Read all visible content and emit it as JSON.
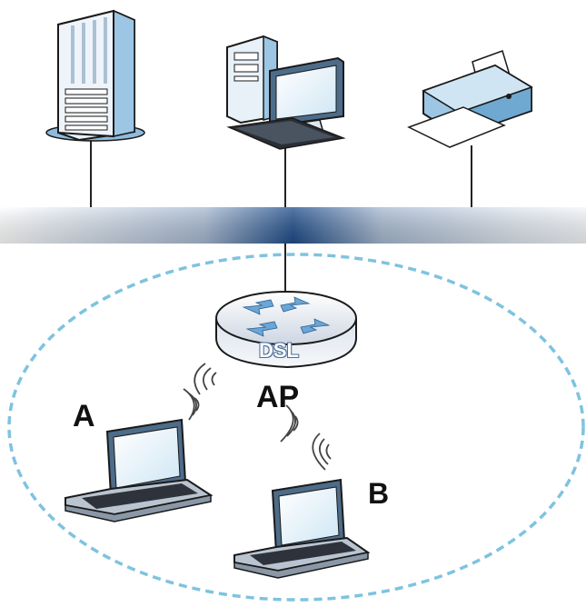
{
  "labels": {
    "router_text": "DSL",
    "access_point": "AP",
    "station_a": "A",
    "station_b": "B"
  },
  "colors": {
    "backbone": "#1f4d8a",
    "wlan_boundary": "#7ec3e0",
    "device_blue": "#9cc6e4",
    "outline": "#1a1a1a"
  },
  "icons": {
    "server": "server-icon",
    "desktop": "desktop-computer-icon",
    "printer": "printer-icon",
    "router": "dsl-router-icon",
    "laptop_a": "laptop-icon",
    "laptop_b": "laptop-icon",
    "signal": "wireless-signal-icon"
  }
}
